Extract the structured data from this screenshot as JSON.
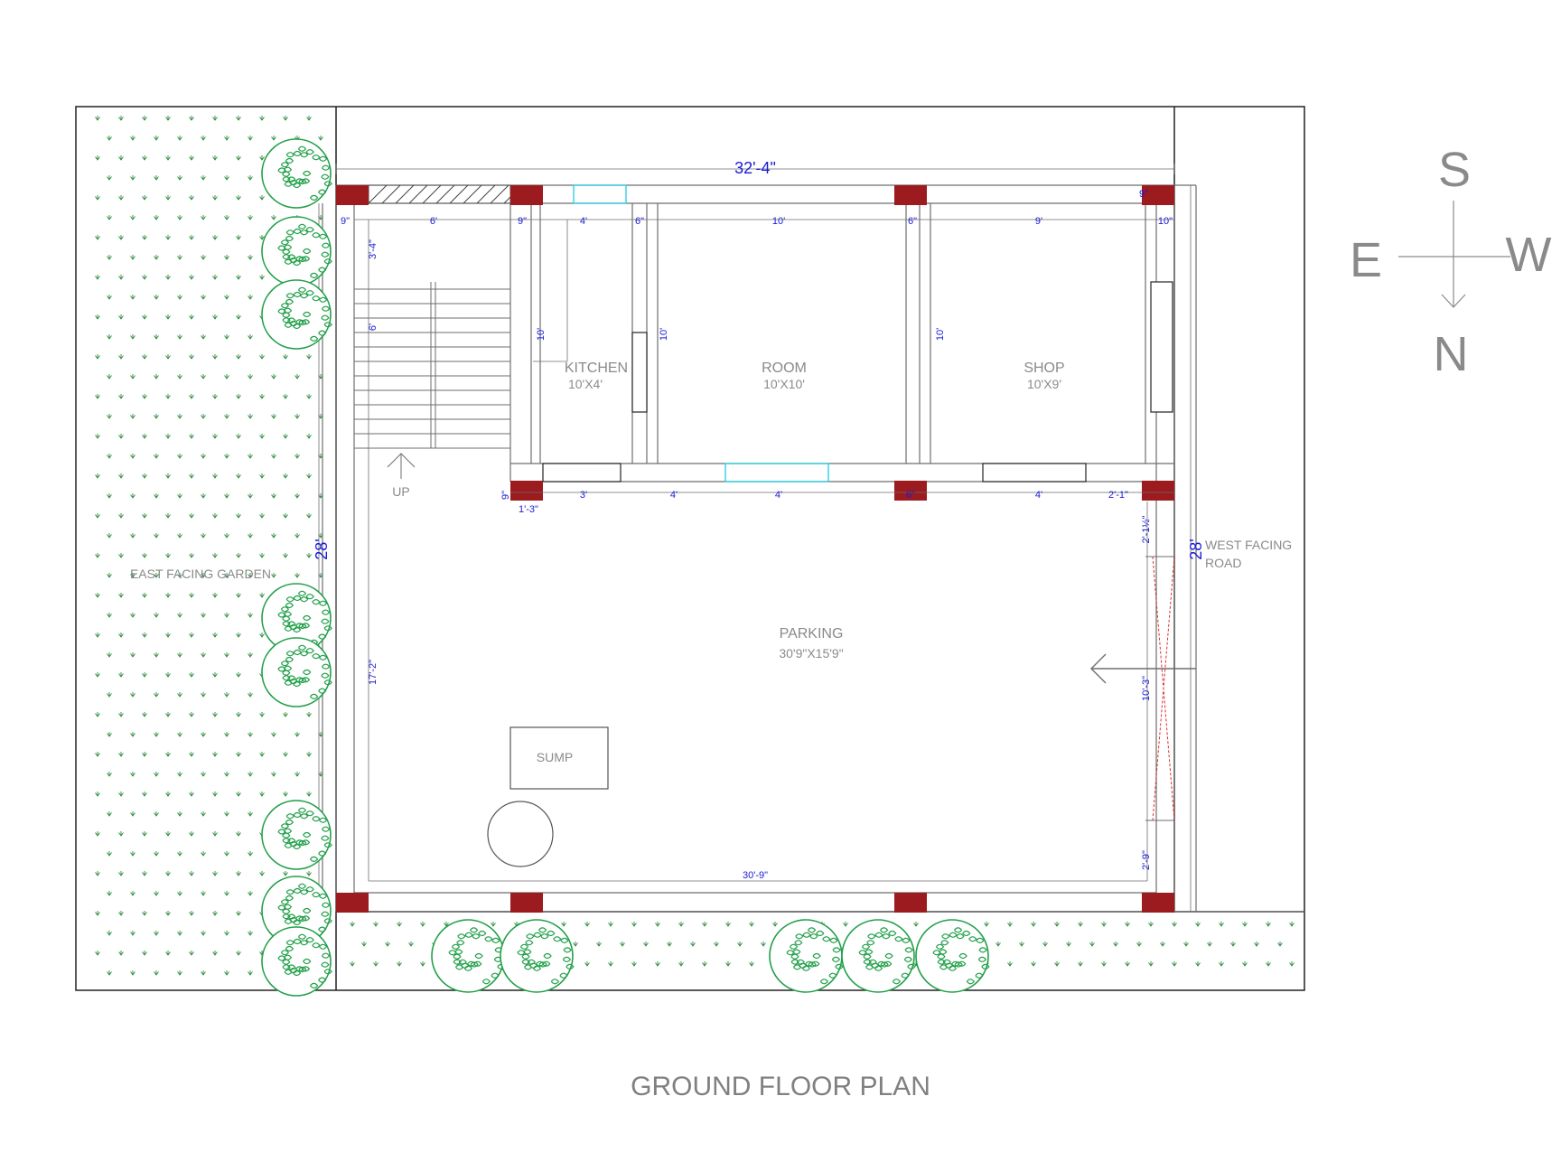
{
  "title": "GROUND FLOOR PLAN",
  "compass": {
    "top": "S",
    "left": "E",
    "right": "W",
    "bottom": "N"
  },
  "overall": {
    "width": "32'-4\"",
    "depth_left": "28'",
    "depth_right": "28'",
    "parking_width": "30'-9\""
  },
  "rooms": {
    "kitchen": {
      "name": "KITCHEN",
      "size": "10'X4'"
    },
    "room": {
      "name": "ROOM",
      "size": "10'X10'"
    },
    "shop": {
      "name": "SHOP",
      "size": "10'X9'"
    },
    "parking": {
      "name": "PARKING",
      "size": "30'9\"X15'9\""
    },
    "sump": {
      "name": "SUMP"
    }
  },
  "labels": {
    "garden": "EAST FACING GARDEN",
    "road_line1": "WEST FACING",
    "road_line2": "ROAD",
    "up": "UP"
  },
  "dims_top": [
    "9\"",
    "6'",
    "9\"",
    "4'",
    "6\"",
    "10'",
    "6\"",
    "9'",
    "10\"",
    "9\""
  ],
  "dims_mid": [
    "9\"",
    "1'-3\"",
    "3'",
    "4'",
    "4'",
    "6\"",
    "4'",
    "2'-1\""
  ],
  "dims_vertical": {
    "stair_top": "3'-4\"",
    "stair": "6'",
    "kitchen_height": "10'",
    "room_height": "10'",
    "shop_height": "10'",
    "parking_depth": "17'-2\"",
    "gate_top": "2'-1½\"",
    "gate": "10'-3\"",
    "gate_bottom": "2'-9\""
  },
  "colors": {
    "column": "#9b1b1e",
    "dimension": "#1a1ad6",
    "tree": "#22a04a",
    "grass": "#2a8a3a",
    "window": "#30d0e0",
    "gate": "#e03030",
    "line": "#6e6e6e"
  }
}
